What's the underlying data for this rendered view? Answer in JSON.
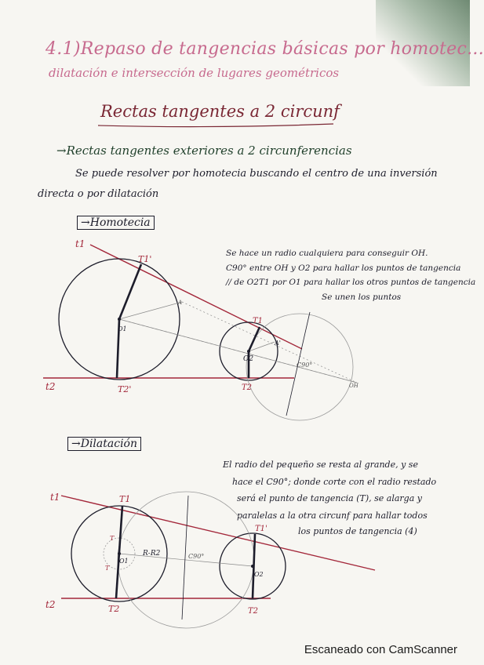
{
  "header": {
    "title_line1": "4.1)Repaso de tangencias básicas por homotec...",
    "title_line2": "dilatación e intersección de lugares geométricos"
  },
  "subtitle": "Rectas tangentes a 2 circunf",
  "section": {
    "heading": "→Rectas tangentes exteriores a 2 circunferencias",
    "intro_line1": "Se puede resolver por homotecia buscando el centro de una inversión",
    "intro_line2": "directa o por dilatación"
  },
  "homotecia": {
    "label": "→Homotecia",
    "note_lines": [
      "Se hace un radio cualquiera para conseguir OH.",
      "C90° entre OH y O2 para hallar los puntos de tangencia",
      "// de O2T1 por O1 para hallar los otros puntos de tangencia",
      "Se unen los puntos"
    ],
    "labels": {
      "t1": "t1",
      "t2": "t2",
      "T1p": "T1'",
      "T2p": "T2'",
      "O1": "O1",
      "T1": "T1",
      "O2": "O2",
      "T2": "T2",
      "A": "A",
      "Ap": "A'",
      "C90": "C90°",
      "OH": "OH"
    }
  },
  "dilatacion": {
    "label": "→Dilatación",
    "note_lines": [
      "El radio del pequeño se resta al grande, y se",
      "hace el C90°; donde corte con el radio restado",
      "será el punto de tangencia (T), se alarga y",
      "paralelas a la otra circunf para hallar todos",
      "los puntos de tangencia (4)"
    ],
    "labels": {
      "t1": "t1",
      "t2": "t2",
      "T1": "T1",
      "T2": "T2",
      "T1p": "T1'",
      "T2p": "T2",
      "O1": "O1",
      "O2": "O2",
      "R2": "R-R2",
      "C90": "C90°",
      "T_up": "T",
      "T_low": "T"
    }
  },
  "footer": "Escaneado con CamScanner",
  "colors": {
    "pink": "#c76a8e",
    "maroon": "#7a2734",
    "green": "#1f3f2a",
    "tangent": "#a3273a",
    "ink": "#1d1d2b"
  }
}
